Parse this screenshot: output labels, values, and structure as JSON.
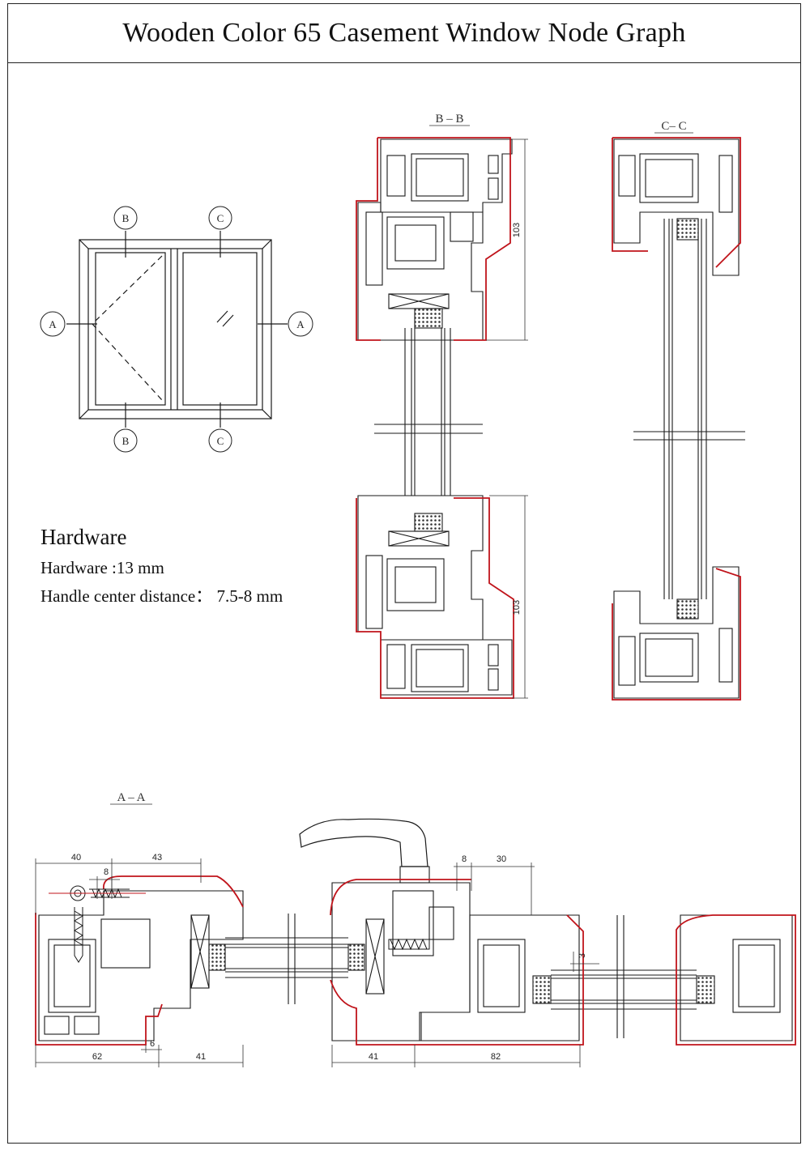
{
  "title": "Wooden Color 65 Casement Window Node Graph",
  "hardware": {
    "heading": "Hardware",
    "line1": "Hardware  :13 mm",
    "line2": "Handle center distance： 7.5-8 mm"
  },
  "elevation": {
    "markers": {
      "b_top": "B",
      "c_top": "C",
      "b_bottom": "B",
      "c_bottom": "C",
      "a_left": "A",
      "a_right": "A"
    }
  },
  "sections": {
    "bb": {
      "label": "B – B",
      "dim_top": "103",
      "dim_bottom": "103"
    },
    "cc": {
      "label": "C– C"
    },
    "aa": {
      "label": "A – A",
      "dims": {
        "d40": "40",
        "d43": "43",
        "d8a": "8",
        "d8b": "8",
        "d30": "30",
        "d62": "62",
        "d6": "6",
        "d41a": "41",
        "d41b": "41",
        "d82": "82",
        "d3": "3"
      }
    }
  },
  "colors": {
    "gasket": "#c0141b",
    "line": "#1a1a1a",
    "infill": "#444444"
  }
}
